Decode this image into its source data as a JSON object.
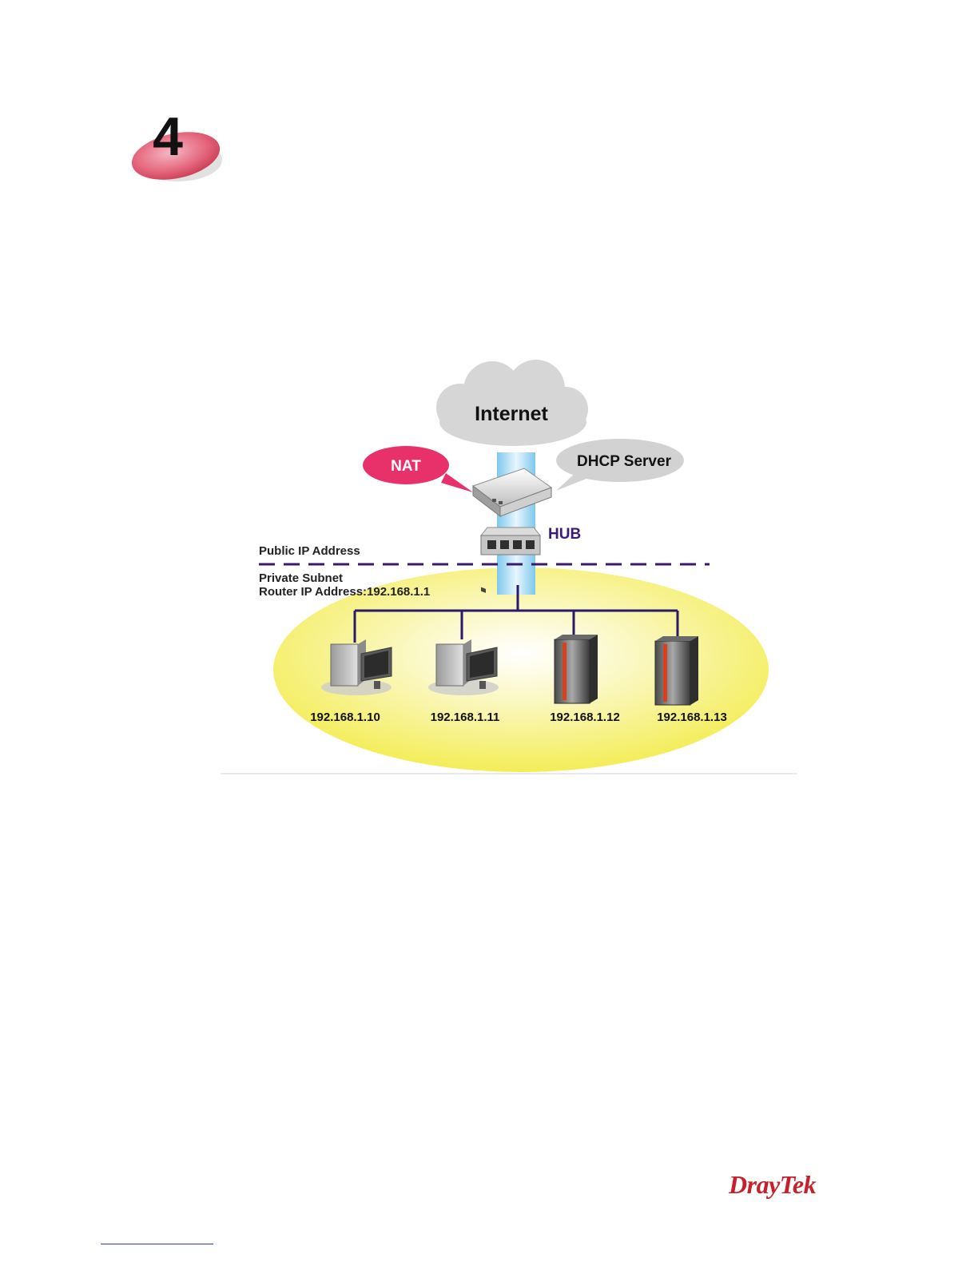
{
  "chapter": {
    "number": "4"
  },
  "diagram": {
    "cloud_label": "Internet",
    "nat_label": "NAT",
    "dhcp_label": "DHCP Server",
    "hub_label": "HUB",
    "public_label": "Public IP Address",
    "private_label": "Private Subnet",
    "router_ip_label": "Router IP Address:192.168.1.1",
    "hosts": [
      {
        "ip": "192.168.1.10",
        "kind": "pc"
      },
      {
        "ip": "192.168.1.11",
        "kind": "pc"
      },
      {
        "ip": "192.168.1.12",
        "kind": "server"
      },
      {
        "ip": "192.168.1.13",
        "kind": "server"
      }
    ],
    "colors": {
      "nat_bubble": "#e8306a",
      "dhcp_bubble": "#d2d2d2",
      "network_line": "#2a1a6a",
      "subnet_ellipse": "#f3ef5a"
    }
  },
  "brand": {
    "logo_text": "DrayTek"
  }
}
